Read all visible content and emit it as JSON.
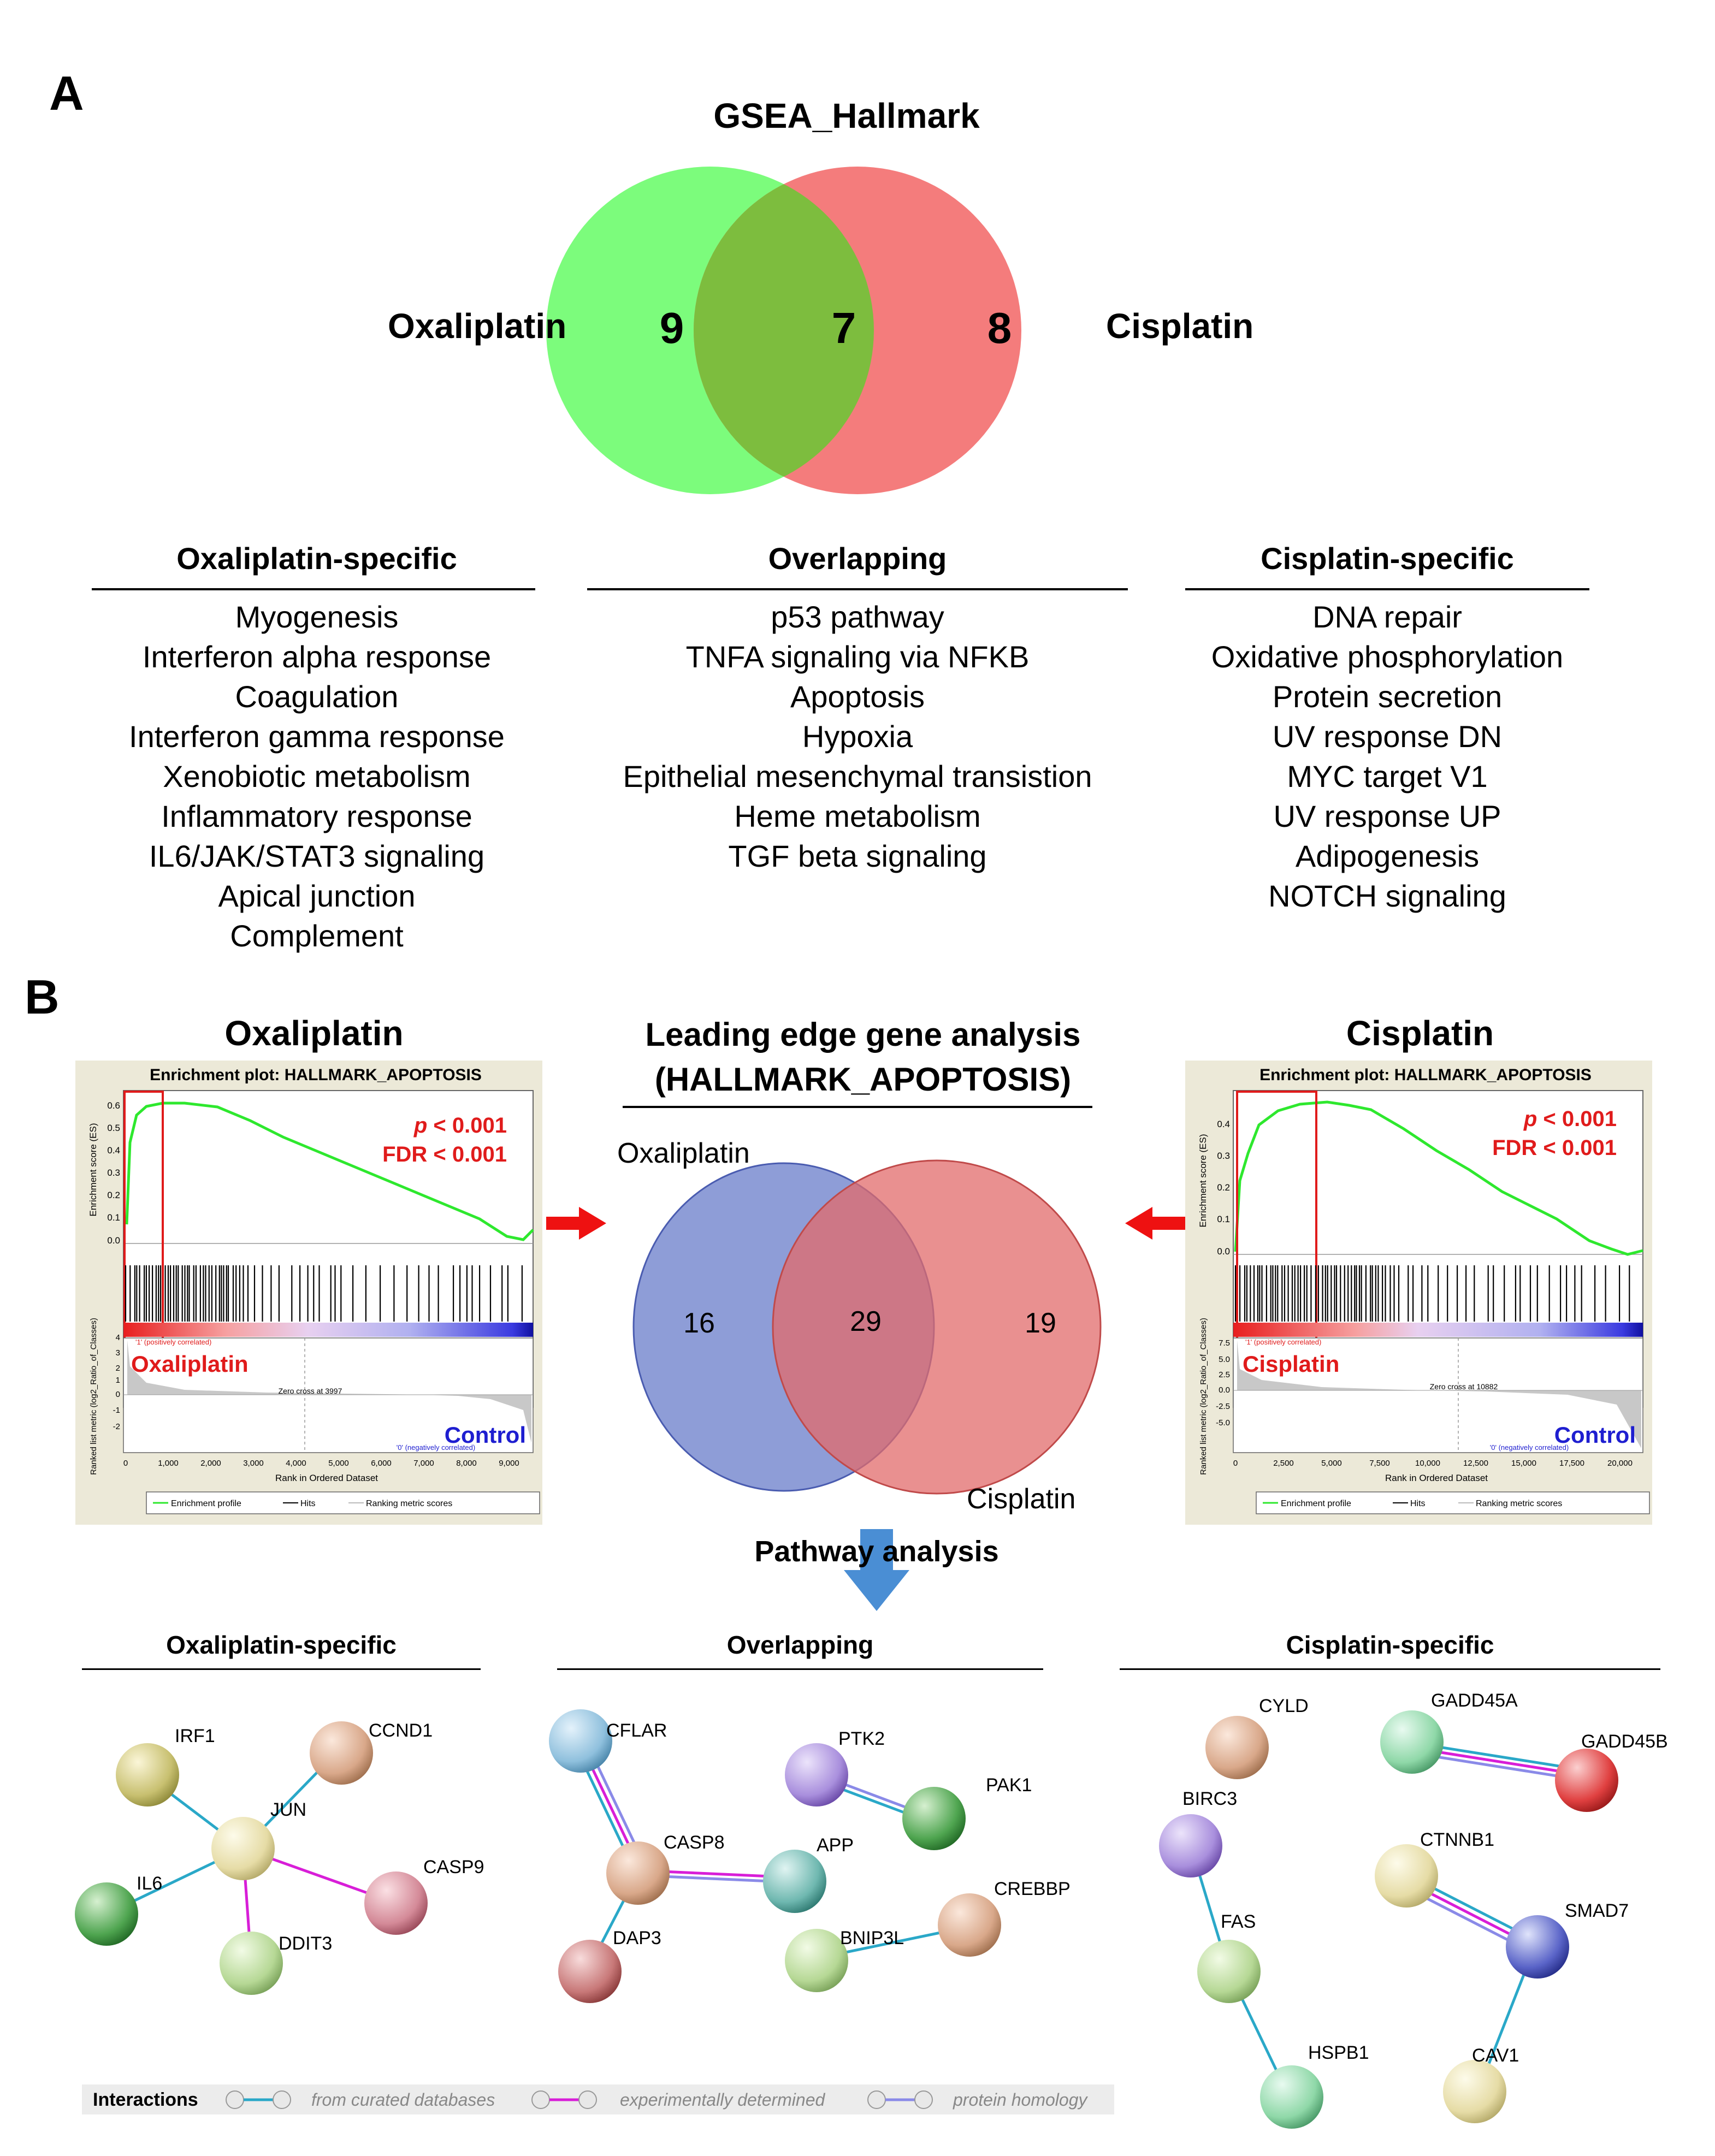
{
  "panelA": {
    "label": "A",
    "title": "GSEA_Hallmark",
    "left_label": "Oxaliplatin",
    "right_label": "Cisplatin",
    "counts": {
      "left": "9",
      "overlap": "7",
      "right": "8"
    },
    "colors": {
      "left": "#7cfc7c",
      "right": "#f47c7c",
      "overlap": "#7dbd3e"
    },
    "columns": [
      {
        "header": "Oxaliplatin-specific",
        "items": [
          "Myogenesis",
          "Interferon alpha response",
          "Coagulation",
          "Interferon gamma  response",
          "Xenobiotic metabolism",
          "Inflammatory  response",
          "IL6/JAK/STAT3  signaling",
          "Apical junction",
          "Complement"
        ]
      },
      {
        "header": "Overlapping",
        "items": [
          "p53 pathway",
          "TNFA signaling via NFKB",
          "Apoptosis",
          "Hypoxia",
          "Epithelial  mesenchymal  transistion",
          "Heme  metabolism",
          "TGF beta signaling"
        ]
      },
      {
        "header": "Cisplatin-specific",
        "items": [
          "DNA repair",
          "Oxidative phosphorylation",
          "Protein secretion",
          "UV response DN",
          "MYC target V1",
          "UV response UP",
          "Adipogenesis",
          "NOTCH  signaling"
        ]
      }
    ]
  },
  "panelB": {
    "label": "B",
    "left_title": "Oxaliplatin",
    "right_title": "Cisplatin",
    "leading_title_1": "Leading edge gene analysis",
    "leading_title_2": "(HALLMARK_APOPTOSIS)",
    "venn": {
      "left_label": "Oxaliplatin",
      "right_label": "Cisplatin",
      "left": "16",
      "overlap": "29",
      "right": "19",
      "left_color": "#7a8cd0",
      "right_color": "#e26b6b"
    },
    "pathway_label": "Pathway analysis",
    "gsea_left": {
      "title": "Enrichment plot: HALLMARK_APOPTOSIS",
      "p": "< 0.001",
      "p_prefix": "p",
      "fdr": "FDR < 0.001",
      "pos_label": "Oxaliplatin",
      "neg_label": "Control",
      "pos_small": "'1' (positively correlated)",
      "neg_small": "'0' (negatively correlated)",
      "zero_cross": "Zero cross at 3997",
      "ylabel_es": "Enrichment score (ES)",
      "ylabel_rank": "Ranked list metric (log2_Ratio_of_Classes)",
      "xlabel": "Rank in Ordered Dataset",
      "es_ticks": [
        "0.6",
        "0.5",
        "0.4",
        "0.3",
        "0.2",
        "0.1",
        "0.0"
      ],
      "rank_ticks": [
        "4",
        "3",
        "2",
        "1",
        "0",
        "-1",
        "-2"
      ],
      "x_ticks": [
        "0",
        "1,000",
        "2,000",
        "3,000",
        "4,000",
        "5,000",
        "6,000",
        "7,000",
        "8,000",
        "9,000"
      ],
      "legend": [
        "Enrichment profile",
        "Hits",
        "Ranking metric scores"
      ]
    },
    "gsea_right": {
      "title": "Enrichment plot: HALLMARK_APOPTOSIS",
      "p": "< 0.001",
      "p_prefix": "p",
      "fdr": "FDR < 0.001",
      "pos_label": "Cisplatin",
      "neg_label": "Control",
      "pos_small": "'1' (positively correlated)",
      "neg_small": "'0' (negatively correlated)",
      "zero_cross": "Zero cross at 10882",
      "ylabel_es": "Enrichment score (ES)",
      "ylabel_rank": "Ranked list metric (log2_Ratio_of_Classes)",
      "xlabel": "Rank in Ordered Dataset",
      "es_ticks": [
        "0.4",
        "0.3",
        "0.2",
        "0.1",
        "0.0"
      ],
      "rank_ticks": [
        "7.5",
        "5.0",
        "2.5",
        "0.0",
        "-2.5",
        "-5.0"
      ],
      "x_ticks": [
        "0",
        "2,500",
        "5,000",
        "7,500",
        "10,000",
        "12,500",
        "15,000",
        "17,500",
        "20,000"
      ],
      "legend": [
        "Enrichment profile",
        "Hits",
        "Ranking metric scores"
      ]
    },
    "networks": {
      "oxa": {
        "header": "Oxaliplatin-specific",
        "nodes": [
          "IRF1",
          "CCND1",
          "JUN",
          "CASP9",
          "IL6",
          "DDIT3"
        ]
      },
      "overlap": {
        "header": "Overlapping",
        "nodes": [
          "CFLAR",
          "PTK2",
          "PAK1",
          "CASP8",
          "APP",
          "CREBBP",
          "DAP3",
          "BNIP3L"
        ]
      },
      "cis": {
        "header": "Cisplatin-specific",
        "nodes": [
          "CYLD",
          "GADD45A",
          "GADD45B",
          "BIRC3",
          "CTNNB1",
          "SMAD7",
          "FAS",
          "HSPB1",
          "CAV1"
        ]
      }
    },
    "interactions": {
      "title": "Interactions",
      "items": [
        "from curated databases",
        "experimentally determined",
        "protein homology"
      ]
    }
  }
}
